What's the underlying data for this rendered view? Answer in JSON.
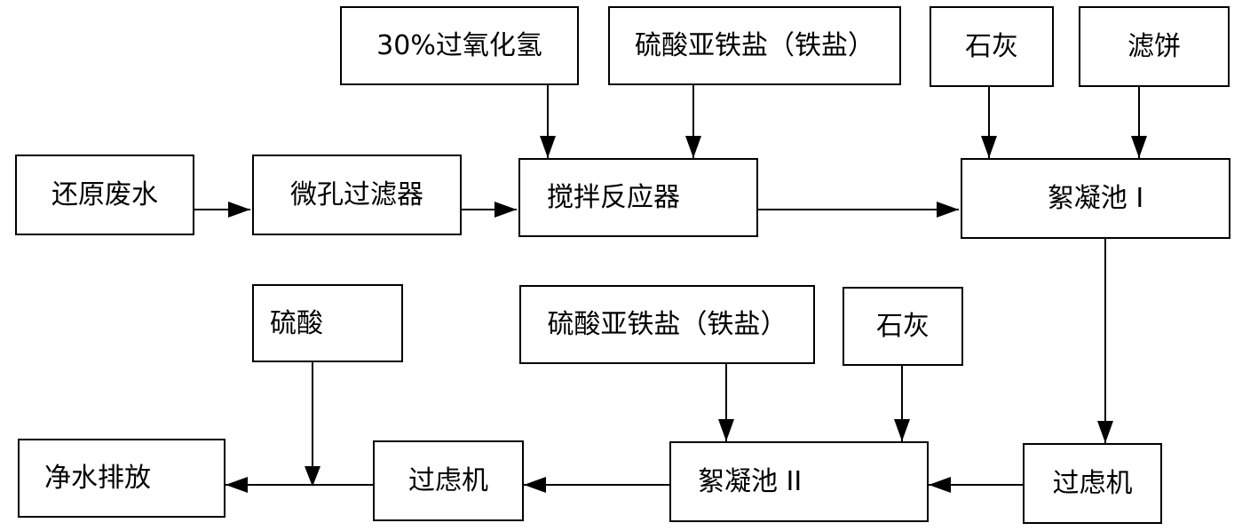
{
  "inputs": {
    "peroxide": "30%过氧化氢",
    "ferrous_top": "硫酸亚铁盐（铁盐）",
    "lime_top": "石灰",
    "filter_cake": "滤饼",
    "sulfuric_acid": "硫酸",
    "ferrous_bottom": "硫酸亚铁盐（铁盐）",
    "lime_bottom": "石灰"
  },
  "process": {
    "reduced_wastewater": "还原废水",
    "microporous_filter": "微孔过滤器",
    "stirred_reactor": "搅拌反应器",
    "flocculation_tank_1": "絮凝池 I",
    "filter_press_1": "过虑机",
    "flocculation_tank_2": "絮凝池 II",
    "filter_press_2": "过虑机",
    "clean_water_discharge": "净水排放"
  }
}
